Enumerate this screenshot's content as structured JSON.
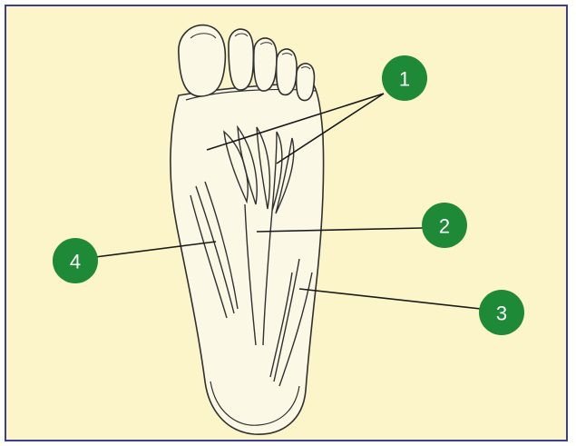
{
  "colors": {
    "background": "#fbf5c9",
    "frame_border": "#3a3f8f",
    "callout_fill": "#1e8a37",
    "callout_text": "#ffffff",
    "foot_fill": "#fbf8e6",
    "ink": "#303030"
  },
  "callouts": [
    {
      "id": "1",
      "label": "1"
    },
    {
      "id": "2",
      "label": "2"
    },
    {
      "id": "3",
      "label": "3"
    },
    {
      "id": "4",
      "label": "4"
    }
  ]
}
